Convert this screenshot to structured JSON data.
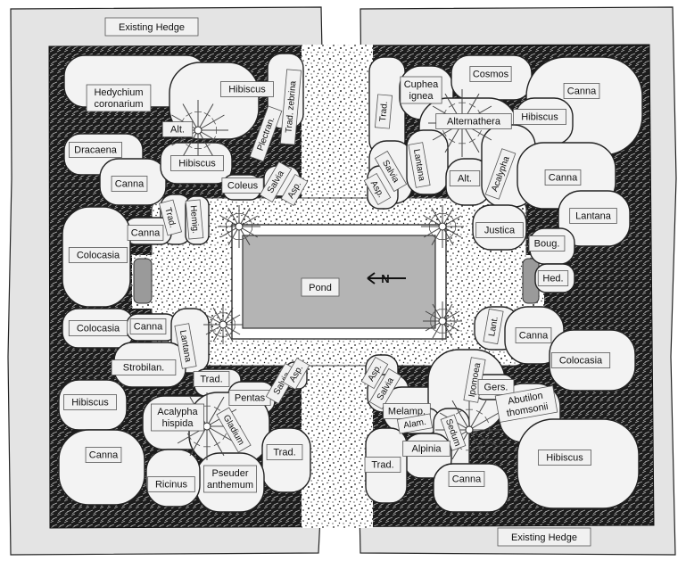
{
  "hedges": {
    "top_left": "Existing Hedge",
    "bottom_right": "Existing Hedge"
  },
  "pond": {
    "label": "Pond",
    "north_arrow": "N"
  },
  "plants": [
    {
      "id": "hedychium",
      "text": [
        "Hedychium",
        "coronarium"
      ]
    },
    {
      "id": "hibiscus-tl",
      "text": [
        "Hibiscus"
      ]
    },
    {
      "id": "alt-tl",
      "text": [
        "Alt."
      ]
    },
    {
      "id": "plectran",
      "text": [
        "Plectran."
      ]
    },
    {
      "id": "trad-zebrina",
      "text": [
        "Trad. zebrina"
      ]
    },
    {
      "id": "dracaena",
      "text": [
        "Dracaena"
      ]
    },
    {
      "id": "hibiscus-tl2",
      "text": [
        "Hibiscus"
      ]
    },
    {
      "id": "canna-tl",
      "text": [
        "Canna"
      ]
    },
    {
      "id": "coleus",
      "text": [
        "Coleus"
      ]
    },
    {
      "id": "salvia-tl",
      "text": [
        "Salvia"
      ]
    },
    {
      "id": "asp-tl",
      "text": [
        "Asp."
      ]
    },
    {
      "id": "trad-tl",
      "text": [
        "Trad."
      ]
    },
    {
      "id": "hemig",
      "text": [
        "Hemig."
      ]
    },
    {
      "id": "canna-l2",
      "text": [
        "Canna"
      ]
    },
    {
      "id": "colocasia-l1",
      "text": [
        "Colocasia"
      ]
    },
    {
      "id": "colocasia-l2",
      "text": [
        "Colocasia"
      ]
    },
    {
      "id": "canna-l3",
      "text": [
        "Canna"
      ]
    },
    {
      "id": "lantana-l",
      "text": [
        "Lantana"
      ]
    },
    {
      "id": "strobilan",
      "text": [
        "Strobilan."
      ]
    },
    {
      "id": "hibiscus-bl",
      "text": [
        "Hibiscus"
      ]
    },
    {
      "id": "trad-bl",
      "text": [
        "Trad."
      ]
    },
    {
      "id": "pentas",
      "text": [
        "Pentas"
      ]
    },
    {
      "id": "salvia-bl",
      "text": [
        "Salvia"
      ]
    },
    {
      "id": "asp-bl",
      "text": [
        "Asp."
      ]
    },
    {
      "id": "acalypha",
      "text": [
        "Acalypha",
        "hispida"
      ]
    },
    {
      "id": "gladium",
      "text": [
        "Gladium"
      ]
    },
    {
      "id": "canna-bl",
      "text": [
        "Canna"
      ]
    },
    {
      "id": "trad-bl2",
      "text": [
        "Trad."
      ]
    },
    {
      "id": "pseuder",
      "text": [
        "Pseuder",
        "anthemum"
      ]
    },
    {
      "id": "ricinus",
      "text": [
        "Ricinus"
      ]
    },
    {
      "id": "trad-tr",
      "text": [
        "Trad."
      ]
    },
    {
      "id": "cuphea",
      "text": [
        "Cuphea",
        "ignea"
      ]
    },
    {
      "id": "cosmos",
      "text": [
        "Cosmos"
      ]
    },
    {
      "id": "canna-tr",
      "text": [
        "Canna"
      ]
    },
    {
      "id": "alternathera",
      "text": [
        "Alternathera"
      ]
    },
    {
      "id": "hibiscus-tr",
      "text": [
        "Hibiscus"
      ]
    },
    {
      "id": "salvia-tr",
      "text": [
        "Salvia"
      ]
    },
    {
      "id": "lantana-tr",
      "text": [
        "Lantana"
      ]
    },
    {
      "id": "asp-tr",
      "text": [
        "Asp."
      ]
    },
    {
      "id": "alt-tr",
      "text": [
        "Alt."
      ]
    },
    {
      "id": "acalypha-tr",
      "text": [
        "Acalypha"
      ]
    },
    {
      "id": "canna-tr2",
      "text": [
        "Canna"
      ]
    },
    {
      "id": "lantana-r",
      "text": [
        "Lantana"
      ]
    },
    {
      "id": "justica",
      "text": [
        "Justica"
      ]
    },
    {
      "id": "boug",
      "text": [
        "Boug."
      ]
    },
    {
      "id": "hed",
      "text": [
        "Hed."
      ]
    },
    {
      "id": "lant",
      "text": [
        "Lant."
      ]
    },
    {
      "id": "canna-r",
      "text": [
        "Canna"
      ]
    },
    {
      "id": "colocasia-r",
      "text": [
        "Colocasia"
      ]
    },
    {
      "id": "asp-br",
      "text": [
        "Asp."
      ]
    },
    {
      "id": "salvia-br",
      "text": [
        "Salvia"
      ]
    },
    {
      "id": "melamp",
      "text": [
        "Melamp."
      ]
    },
    {
      "id": "ipomoea",
      "text": [
        "Ipomoea"
      ]
    },
    {
      "id": "gers",
      "text": [
        "Gers."
      ]
    },
    {
      "id": "abutilon",
      "text": [
        "Abutilon",
        "thomsonii"
      ]
    },
    {
      "id": "alam",
      "text": [
        "Alam."
      ]
    },
    {
      "id": "sedum",
      "text": [
        "Sedum"
      ]
    },
    {
      "id": "alpinia",
      "text": [
        "Alpinia"
      ]
    },
    {
      "id": "trad-br",
      "text": [
        "Trad."
      ]
    },
    {
      "id": "canna-br",
      "text": [
        "Canna"
      ]
    },
    {
      "id": "hibiscus-br",
      "text": [
        "Hibiscus"
      ]
    }
  ]
}
